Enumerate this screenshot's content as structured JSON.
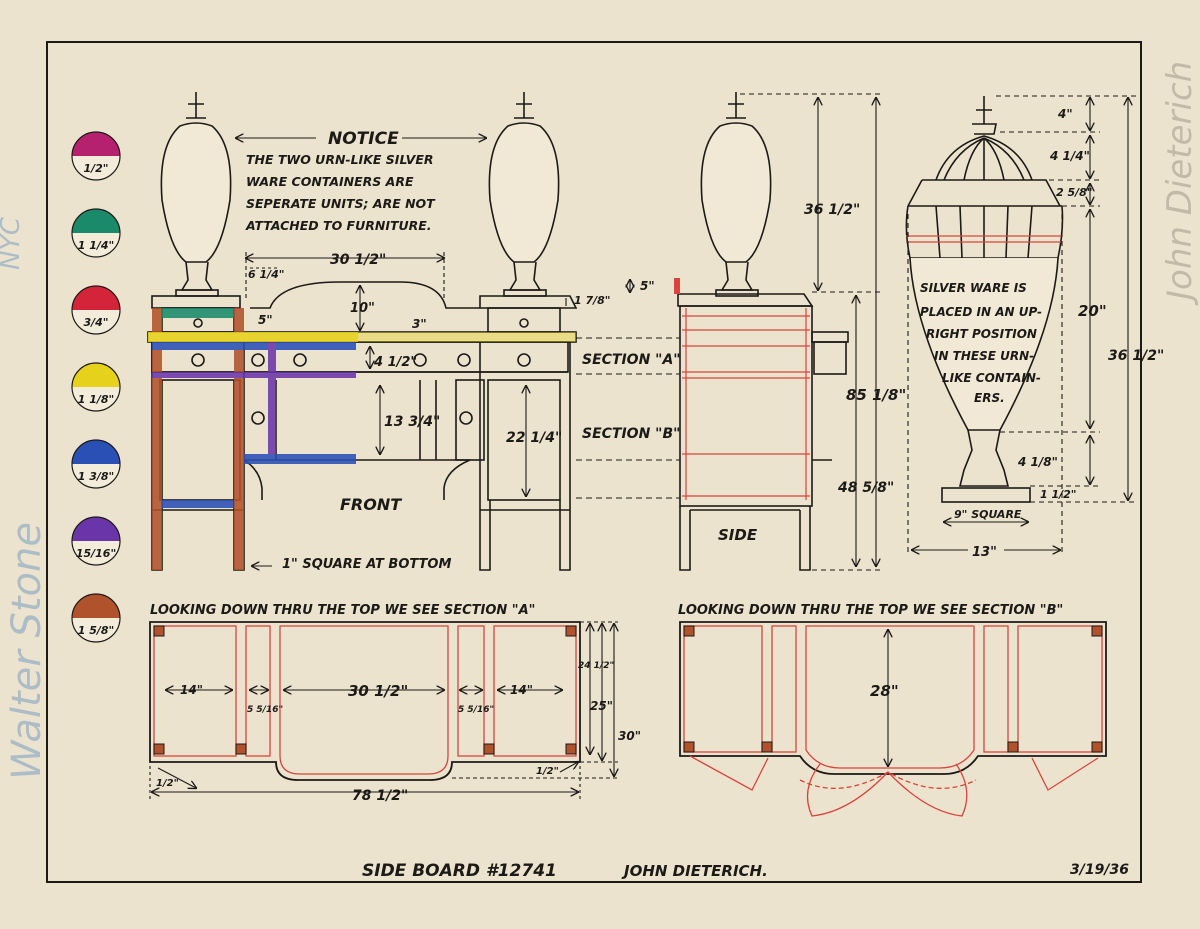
{
  "title_block": {
    "title": "SIDE BOARD #12741",
    "artist": "JOHN DIETERICH.",
    "date": "3/19/36"
  },
  "margin_notes": {
    "left_vertical": "Walter Stone",
    "left_top": "NYC",
    "right_vertical": "John Dieterich"
  },
  "colors": {
    "paper": "#ece3cf",
    "ink": "#1c1a17",
    "red_pencil": "#d9443c"
  },
  "legend": [
    {
      "label": "1/2\"",
      "color": "#b5206f"
    },
    {
      "label": "1 1/4\"",
      "color": "#1a8a6b"
    },
    {
      "label": "3/4\"",
      "color": "#d4243a"
    },
    {
      "label": "1 1/8\"",
      "color": "#e6d21b"
    },
    {
      "label": "1 3/8\"",
      "color": "#2a4fb5"
    },
    {
      "label": "15/16\"",
      "color": "#6a35a8"
    },
    {
      "label": "1 5/8\"",
      "color": "#b0522c"
    }
  ],
  "notice": {
    "heading": "NOTICE",
    "lines": [
      "THE TWO URN-LIKE SILVER",
      "WARE CONTAINERS ARE",
      "SEPERATE UNITS; ARE NOT",
      "ATTACHED TO FURNITURE."
    ]
  },
  "front_view": {
    "label": "FRONT",
    "note": "1\" SQUARE AT BOTTOM",
    "dims": {
      "top_width": "30 1/2\"",
      "left_offset": "6 1/4\"",
      "arch_height": "10\"",
      "gallery": "5\"",
      "drawer_gap": "3\"",
      "top_thickness": "1 7/8\"",
      "drawer_height": "4 1/2\"",
      "center_opening": "13 3/4\"",
      "door_height": "22 1/4\""
    }
  },
  "section_labels": {
    "a": "SECTION \"A\"",
    "b": "SECTION \"B\""
  },
  "side_view": {
    "label": "SIDE",
    "dims": {
      "urn_height": "36 1/2\"",
      "top_gallery": "5\"",
      "overall": "85 1/8\"",
      "cabinet": "48 5/8\""
    }
  },
  "urn_detail": {
    "note_lines": [
      "SILVER WARE IS",
      "PLACED IN AN UP-",
      "RIGHT POSITION",
      "IN THESE URN-",
      "LIKE CONTAIN-",
      "ERS."
    ],
    "dims": {
      "finial": "4\"",
      "lid": "4 1/4\"",
      "rim": "2 5/8\"",
      "body": "20\"",
      "overall": "36 1/2\"",
      "neck": "4 1/8\"",
      "base_height": "1 1/2\"",
      "base_square": "9\" SQUARE",
      "width": "13\""
    }
  },
  "plan_a": {
    "caption": "LOOKING DOWN THRU THE TOP WE SEE SECTION \"A\"",
    "dims": {
      "left_bay": "14\"",
      "divider_left": "5 5/16\"",
      "center": "30 1/2\"",
      "divider_right": "5 5/16\"",
      "right_bay": "14\"",
      "inner_depth": "24 1/2\"",
      "depth": "25\"",
      "total_depth": "30\"",
      "overhang_left": "1/2\"",
      "overhang_right": "1/2\"",
      "length": "78 1/2\""
    }
  },
  "plan_b": {
    "caption": "LOOKING DOWN THRU THE TOP WE SEE SECTION \"B\"",
    "dims": {
      "depth": "28\""
    }
  }
}
